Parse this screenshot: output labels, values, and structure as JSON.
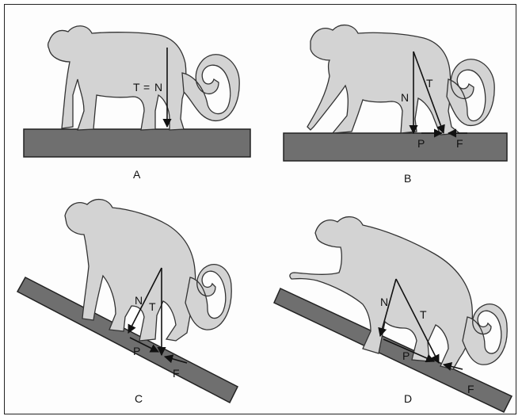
{
  "panels": [
    {
      "id": "A",
      "label": "A",
      "vectors": {
        "T": "T",
        "eq": "=",
        "N": "N"
      }
    },
    {
      "id": "B",
      "label": "B",
      "vectors": {
        "N": "N",
        "T": "T",
        "P": "P",
        "F": "F"
      }
    },
    {
      "id": "C",
      "label": "C",
      "vectors": {
        "N": "N",
        "T": "T",
        "P": "P",
        "F": "F"
      }
    },
    {
      "id": "D",
      "label": "D",
      "vectors": {
        "N": "N",
        "T": "T",
        "P": "P",
        "F": "F"
      }
    }
  ],
  "colors": {
    "monkey": "#d3d3d3",
    "plank": "#6f6f6f",
    "outline": "#222222"
  }
}
